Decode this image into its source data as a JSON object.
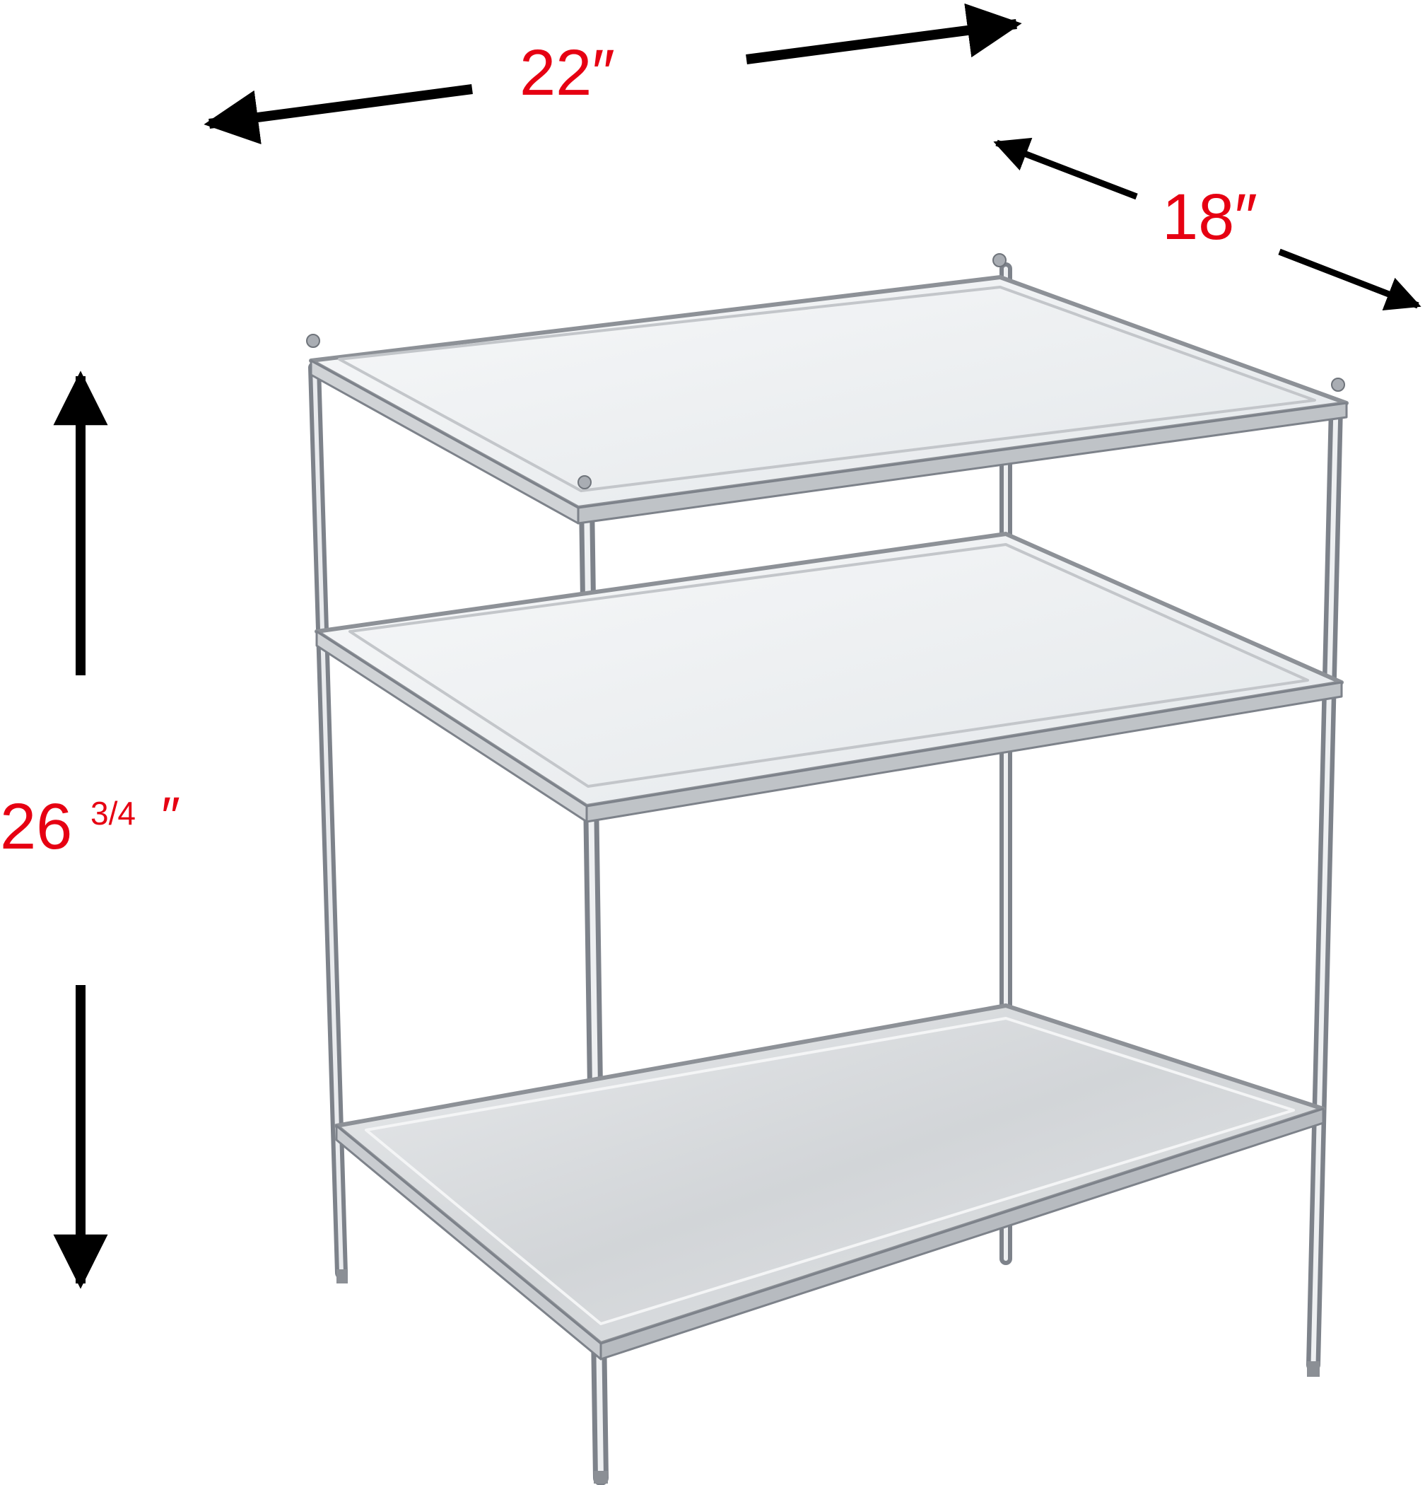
{
  "colors": {
    "dimension_text": "#e60012",
    "arrow": "#000000",
    "chrome": "#b8bcc2",
    "chrome_highlight": "#f2f3f5",
    "chrome_shadow": "#7d828a",
    "glass": "#eef1f3",
    "mirror": "#d9dcdf"
  },
  "dimensions": {
    "width": {
      "label": "22″"
    },
    "depth": {
      "label": "18″"
    },
    "height": {
      "label_main": "26",
      "label_fraction": "3/4",
      "label_mark": "″"
    }
  },
  "product": {
    "icon": "three-tier-chrome-glass-side-table"
  }
}
